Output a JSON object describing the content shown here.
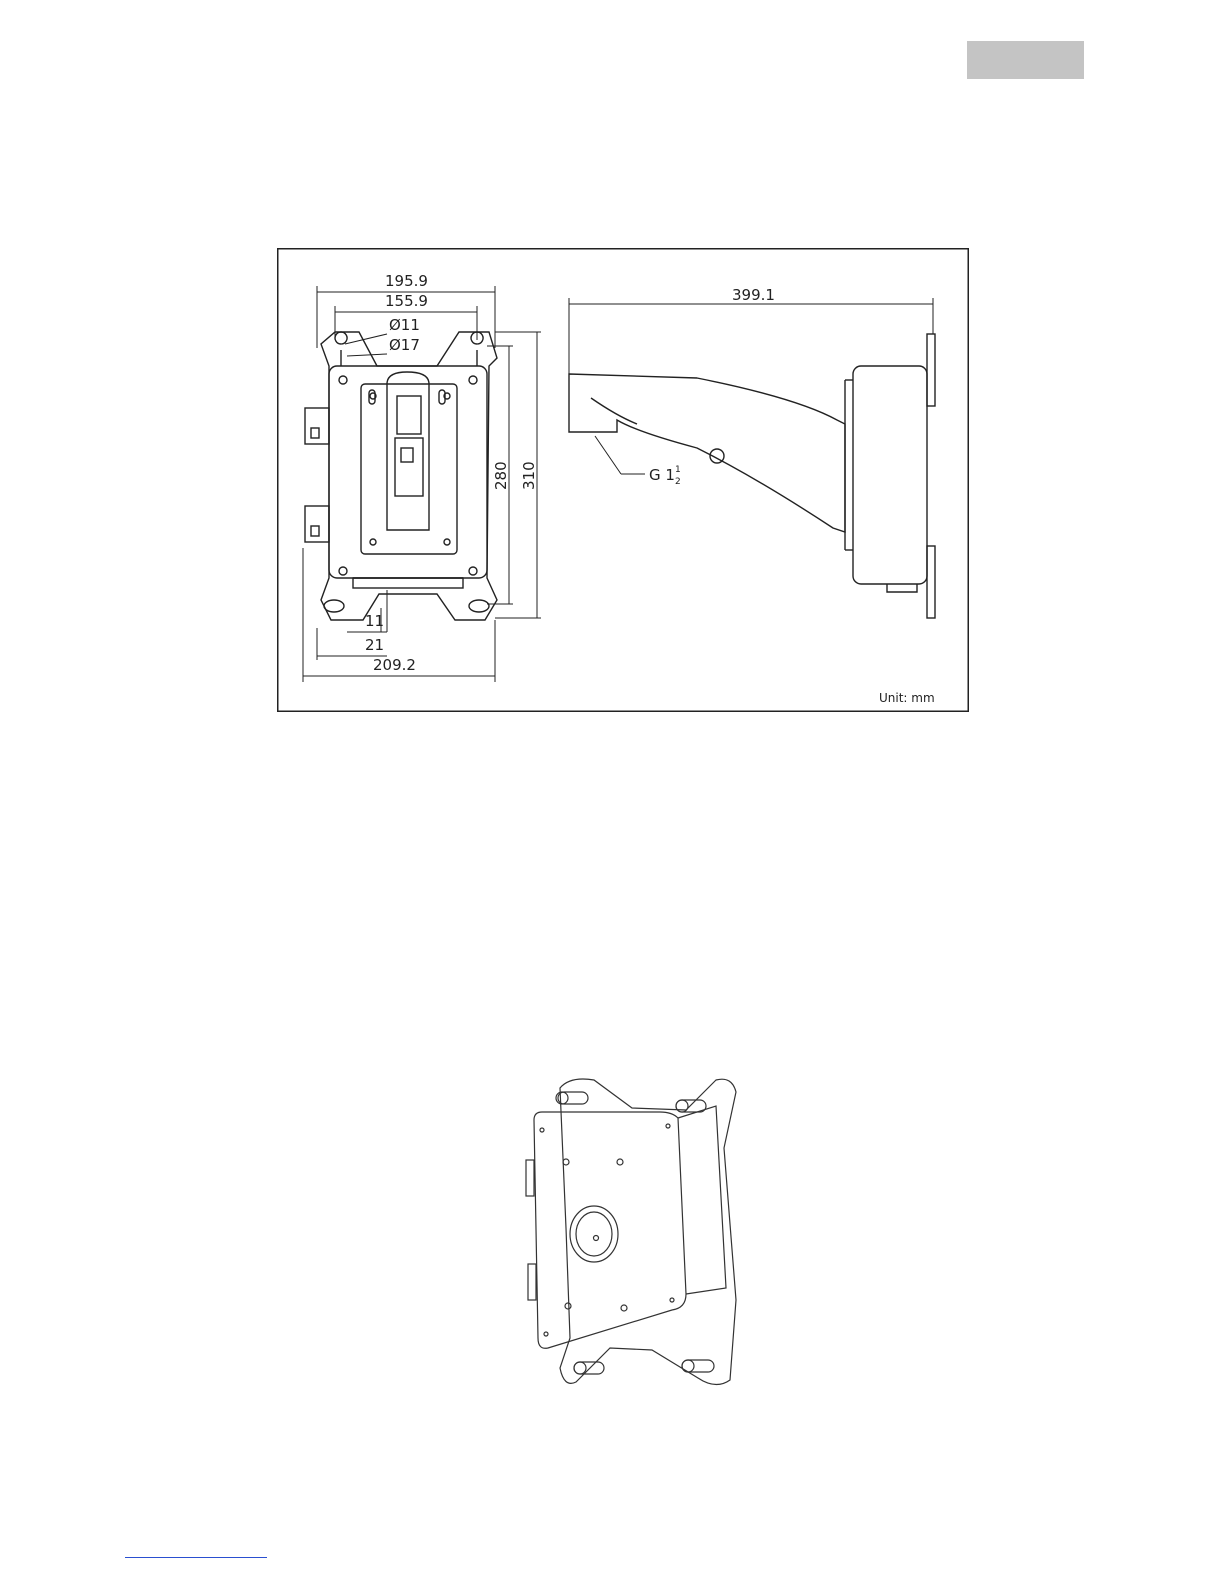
{
  "header": {
    "tab": "page-tab"
  },
  "drawing": {
    "dimensions": {
      "d_195_9": "195.9",
      "d_155_9": "155.9",
      "d_o11": "Ø11",
      "d_o17": "Ø17",
      "d_280": "280",
      "d_310": "310",
      "d_11": "11",
      "d_21": "21",
      "d_209_2": "209.2",
      "d_399_1": "399.1",
      "thread_g": "G 1",
      "thread_num": "1",
      "thread_den": "2"
    },
    "unit": "Unit: mm"
  },
  "colors": {
    "line": "#222222",
    "footer_link": "#2a4fd0",
    "tab": "#c4c4c4"
  }
}
